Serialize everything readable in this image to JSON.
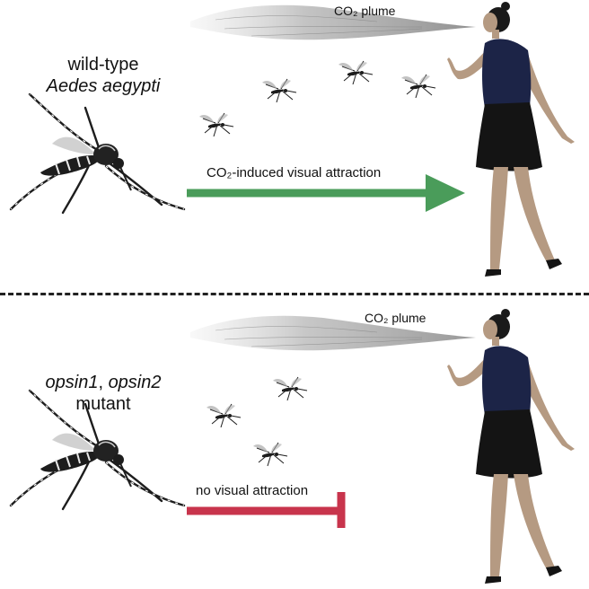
{
  "top": {
    "strain_line1": "wild-type",
    "strain_line2": "Aedes aegypti",
    "plume_label": "CO₂ plume",
    "arrow_label": "CO₂-induced visual attraction",
    "arrow_color": "#4a9c5a"
  },
  "bottom": {
    "strain_gene1": "opsin1",
    "strain_sep": ", ",
    "strain_gene2": "opsin2",
    "strain_line2": "mutant",
    "plume_label": "CO₂ plume",
    "arrow_label": "no visual attraction",
    "arrow_color": "#c8344c"
  },
  "colors": {
    "skin": "#b59a82",
    "shirt": "#1c2447",
    "skirt": "#141414",
    "hair": "#1a1a1a",
    "mosquito": "#1d1d1d"
  }
}
